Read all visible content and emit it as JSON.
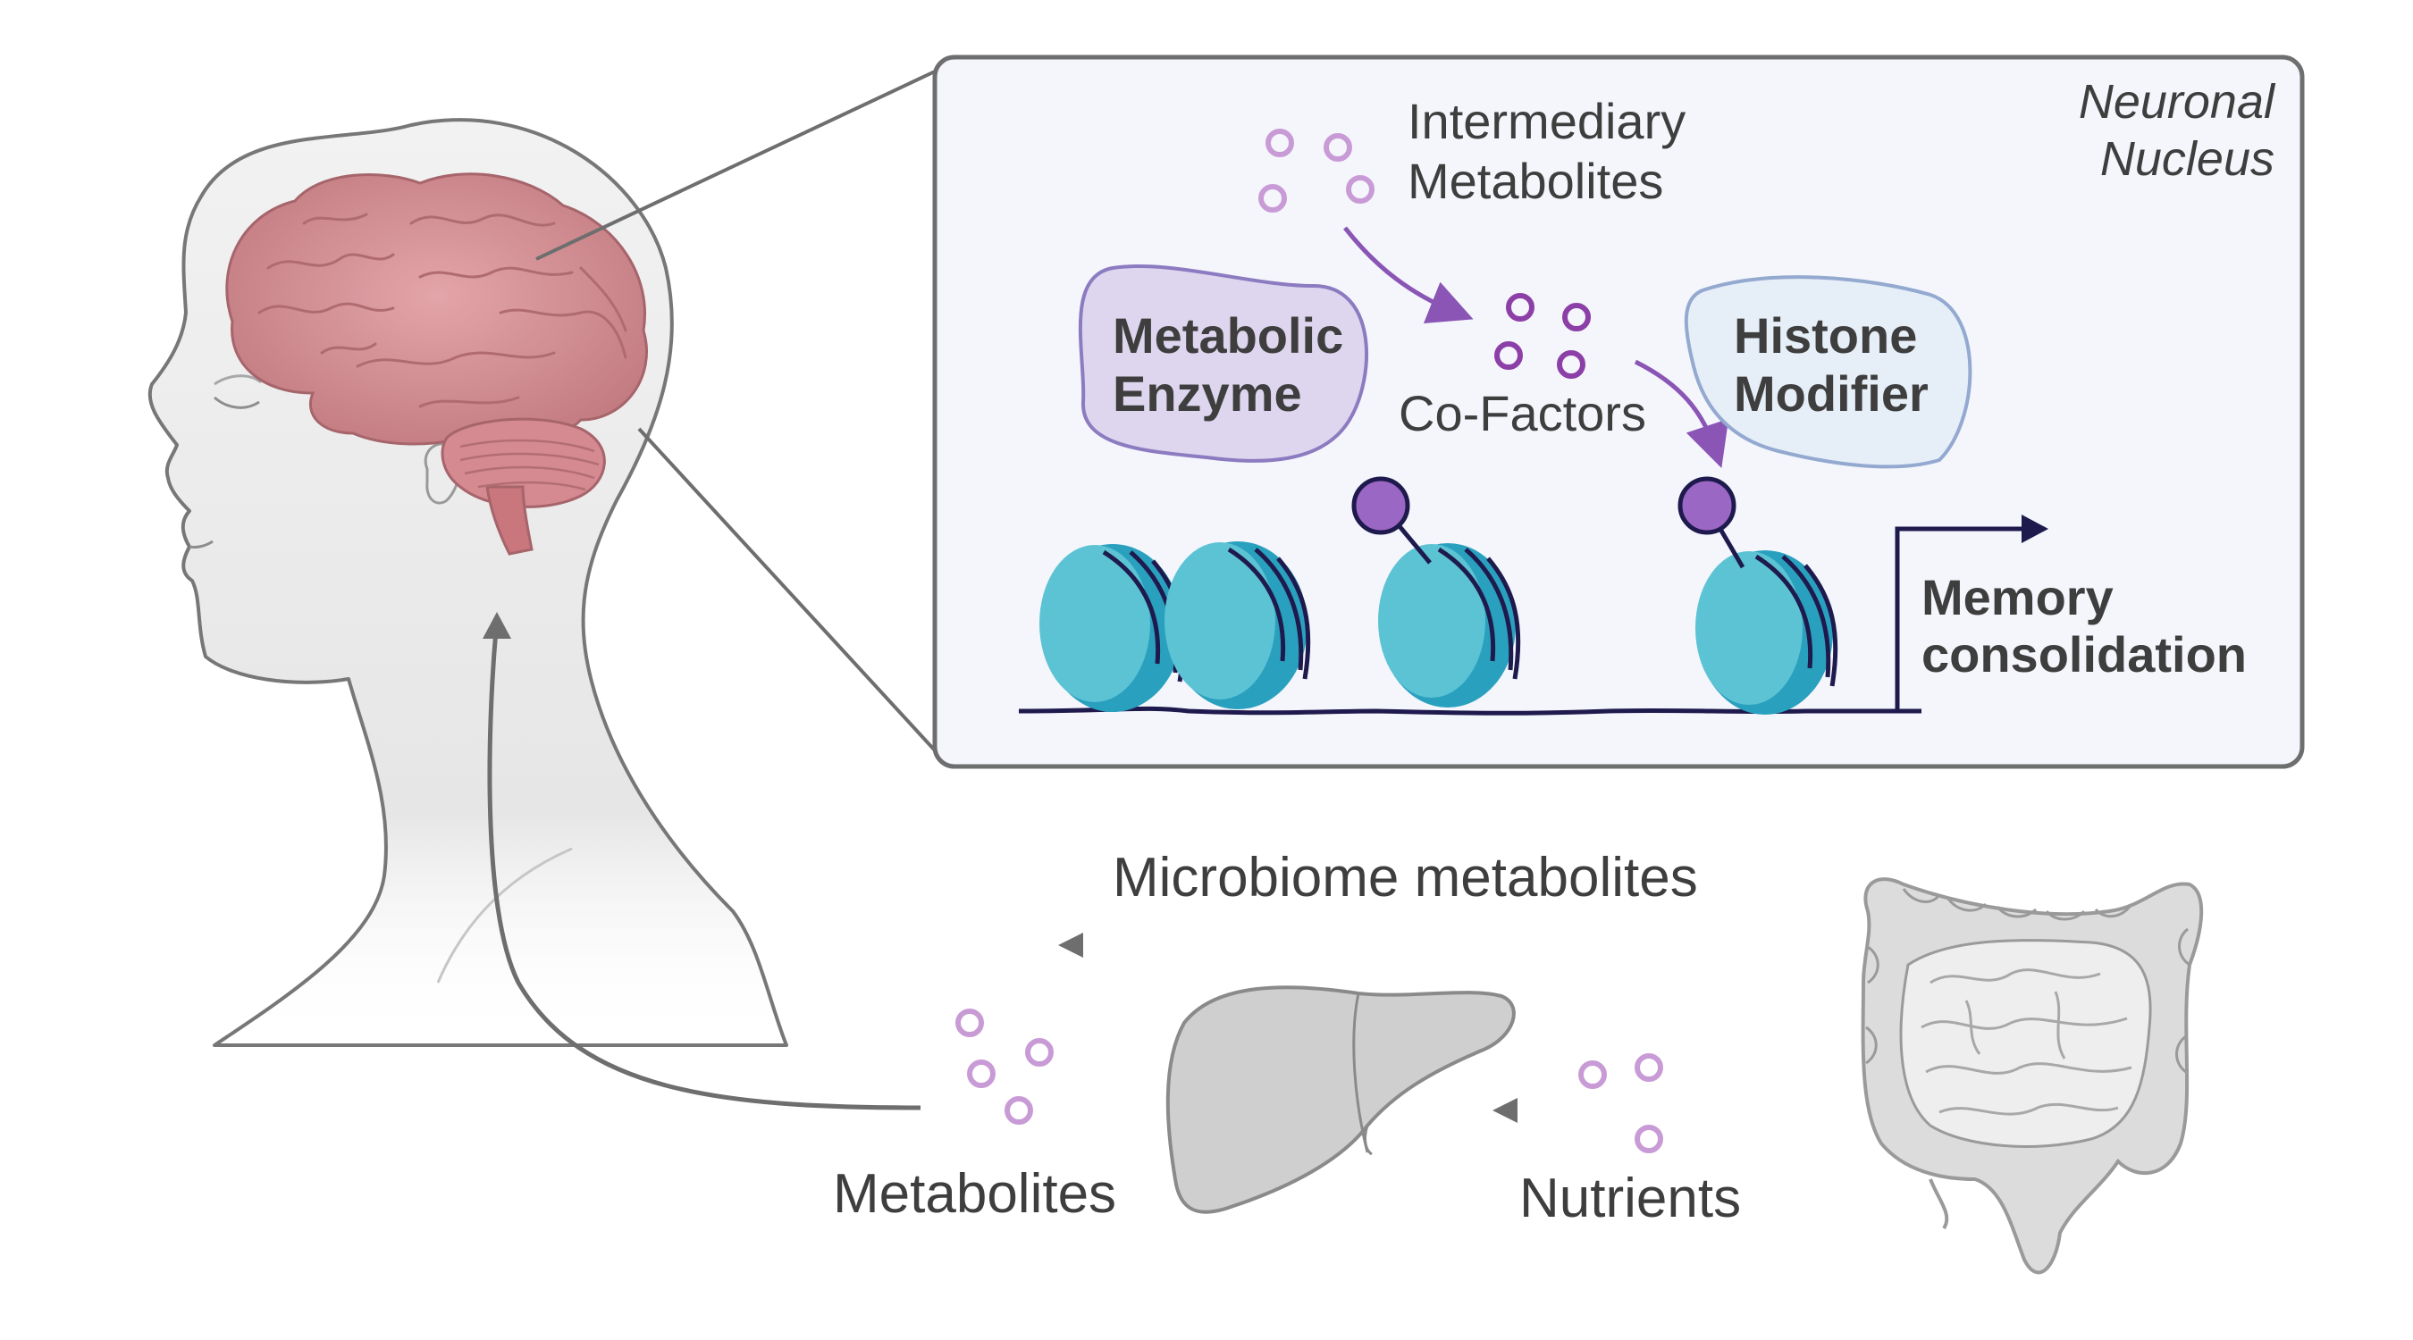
{
  "nucleus": {
    "title_line1": "Neuronal",
    "title_line2": "Nucleus",
    "intermediary_line1": "Intermediary",
    "intermediary_line2": "Metabolites",
    "enzyme_line1": "Metabolic",
    "enzyme_line2": "Enzyme",
    "cofactors": "Co-Factors",
    "modifier_line1": "Histone",
    "modifier_line2": "Modifier",
    "memory_line1": "Memory",
    "memory_line2": "consolidation"
  },
  "flow": {
    "microbiome": "Microbiome metabolites",
    "metabolites": "Metabolites",
    "nutrients": "Nutrients"
  },
  "colors": {
    "panel_bg": "#f4f6fc",
    "panel_border": "#6e6e6e",
    "brain": "#d8949a",
    "enzyme_fill": "#ddd6ee",
    "enzyme_stroke": "#8c7bc0",
    "modifier_fill": "#e6eef8",
    "modifier_stroke": "#93a9d0",
    "nucleosome_light": "#5cc3d4",
    "nucleosome_dark": "#2aa0bf",
    "dna": "#1f1a4d",
    "mark": "#9b67c4",
    "arrow_purple": "#8a55b5",
    "metabolite_light": "#c99bd6",
    "metabolite_dark": "#8c3fa6",
    "organ_gray": "#cfcfcf",
    "text_gray": "#3e3e3e"
  },
  "icons": [
    "head-icon",
    "brain-icon",
    "liver-icon",
    "intestine-icon",
    "nucleosome-icon",
    "histone-mark-icon",
    "transcription-arrow-icon"
  ]
}
